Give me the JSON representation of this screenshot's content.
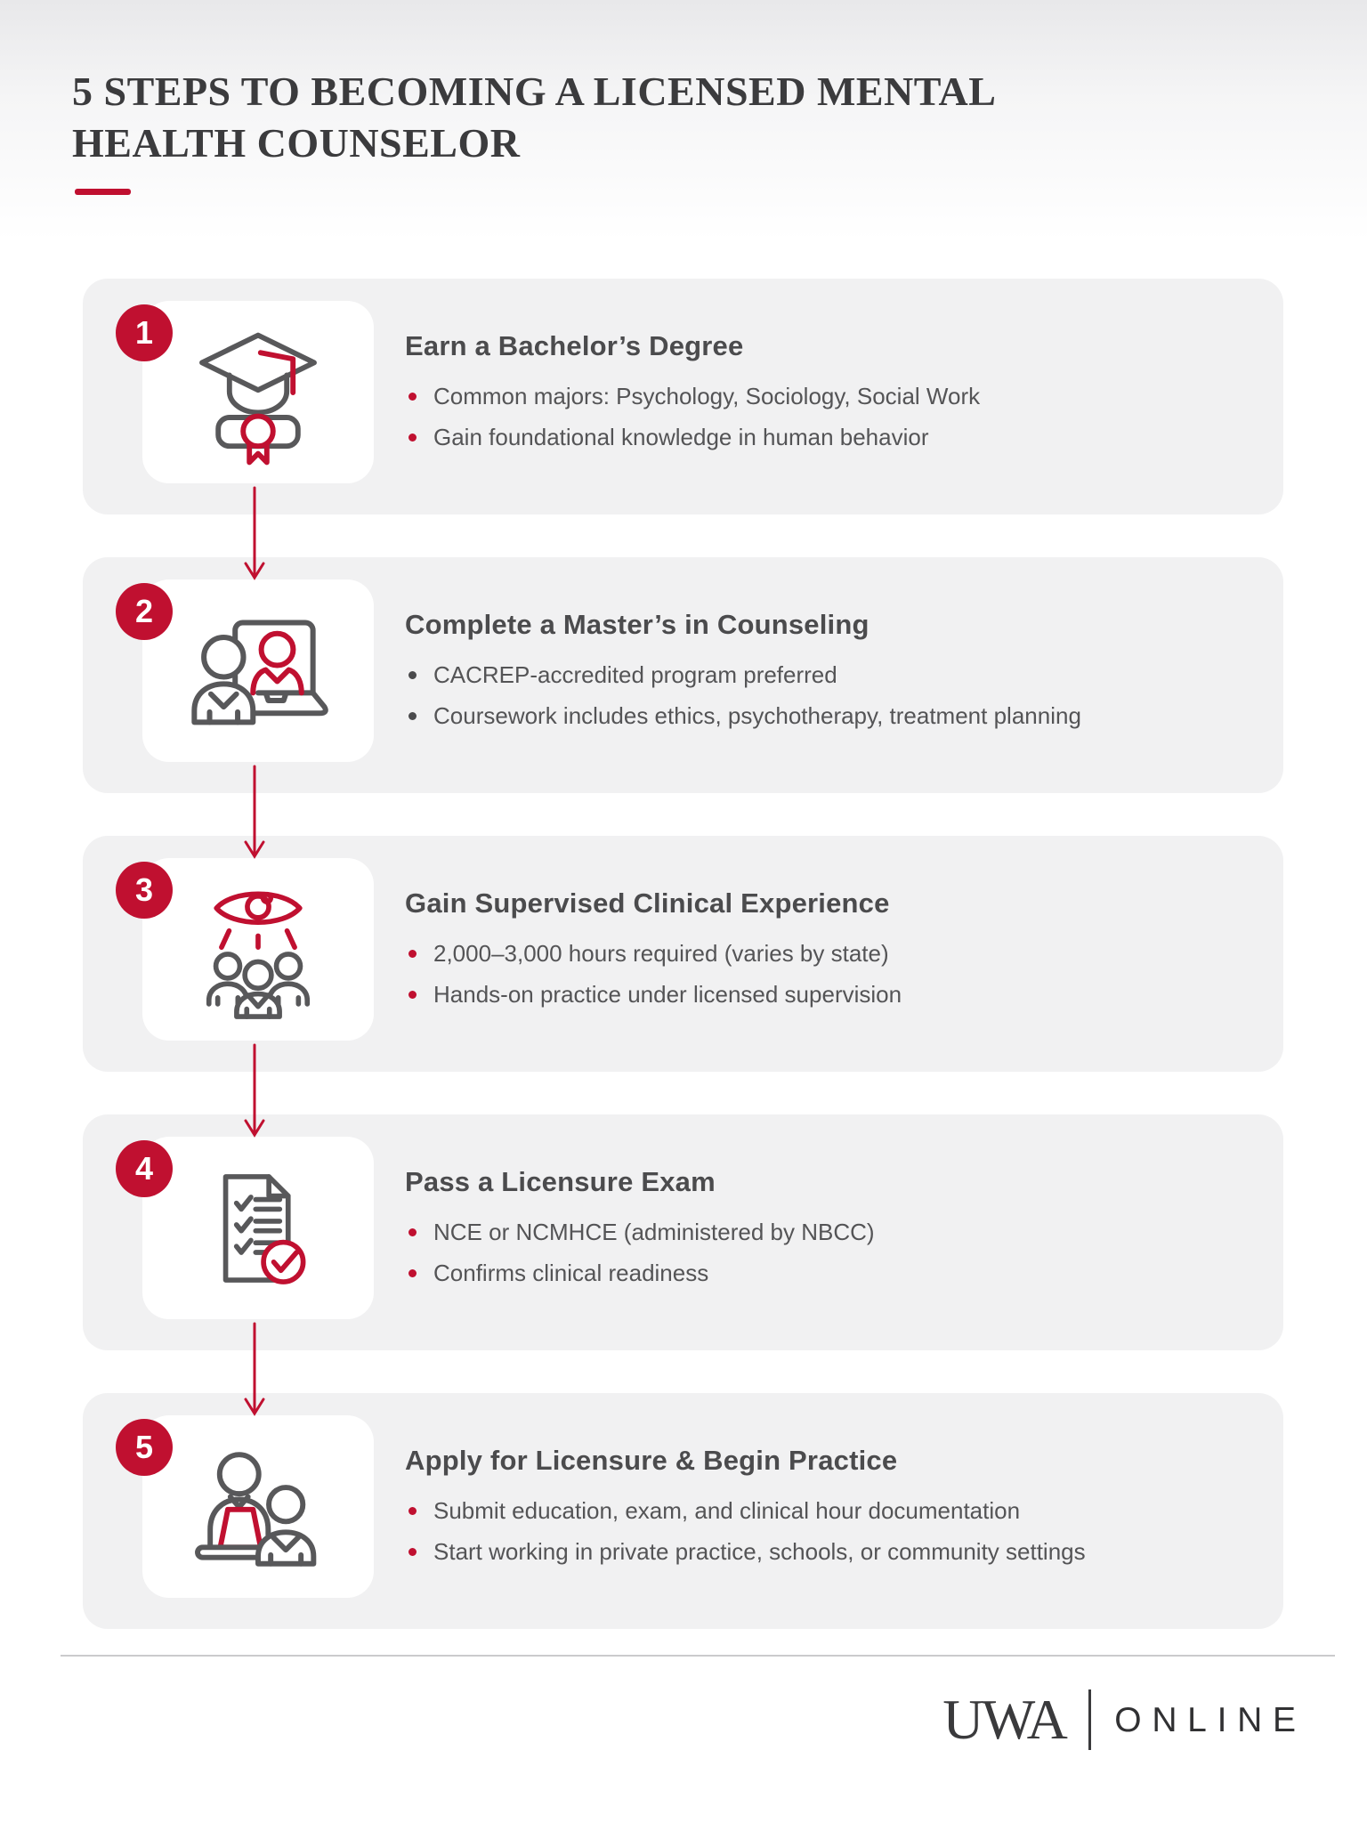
{
  "page": {
    "title_lines": [
      "5 STEPS TO BECOMING A LICENSED MENTAL",
      "HEALTH COUNSELOR"
    ],
    "accent_color": "#c01030",
    "card_bg_color": "#f1f1f2",
    "heading_color": "#4b4b4d",
    "body_text_color": "#545456"
  },
  "steps": [
    {
      "number": "1",
      "title": "Earn a Bachelor’s Degree",
      "bullets": [
        "Common majors: Psychology, Sociology, Social Work",
        "Gain foundational knowledge in human behavior"
      ],
      "icon": "graduation-cap-diploma-icon",
      "bullet_color": "#c01030"
    },
    {
      "number": "2",
      "title": "Complete a Master’s in Counseling",
      "bullets": [
        "CACREP-accredited program preferred",
        "Coursework includes ethics, psychotherapy, treatment planning"
      ],
      "icon": "online-counseling-laptop-icon",
      "bullet_color": "#4a4a4c"
    },
    {
      "number": "3",
      "title": "Gain Supervised Clinical Experience",
      "bullets": [
        "2,000–3,000 hours required (varies by state)",
        "Hands-on practice under licensed supervision"
      ],
      "icon": "supervision-eye-over-group-icon",
      "bullet_color": "#c01030"
    },
    {
      "number": "4",
      "title": "Pass a Licensure Exam",
      "bullets": [
        "NCE or NCMHCE (administered by NBCC)",
        "Confirms clinical readiness"
      ],
      "icon": "exam-checklist-icon",
      "bullet_color": "#c01030"
    },
    {
      "number": "5",
      "title": "Apply for Licensure & Begin Practice",
      "bullets": [
        "Submit education, exam, and clinical hour documentation",
        "Start working in private practice, schools, or community settings"
      ],
      "icon": "counselor-with-client-laptop-icon",
      "bullet_color": "#c01030"
    }
  ],
  "footer": {
    "brand": "UWA",
    "suffix": "ONLINE"
  }
}
